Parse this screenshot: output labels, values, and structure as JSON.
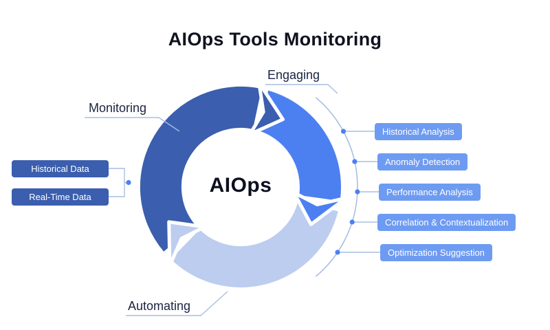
{
  "title": "AIOps Tools Monitoring",
  "diagram": {
    "center_label": "AIOps",
    "segments": [
      {
        "label": "Monitoring",
        "color": "#3B5EAE"
      },
      {
        "label": "Engaging",
        "color": "#4C80F1"
      },
      {
        "label": "Automating",
        "color": "#BCCDEF"
      }
    ],
    "left_items": [
      {
        "label": "Historical Data"
      },
      {
        "label": "Real-Time Data"
      }
    ],
    "right_items": [
      {
        "label": "Historical Analysis"
      },
      {
        "label": "Anomaly Detection"
      },
      {
        "label": "Performance Analysis"
      },
      {
        "label": "Correlation & Contextualization"
      },
      {
        "label": "Optimization Suggestion"
      }
    ],
    "colors": {
      "left_item_bg": "#3B5EAE",
      "right_item_bg": "#6E9BF2",
      "connector_line": "#A9BEE4",
      "dot": "#4C80F1",
      "title_text": "#10131f"
    }
  }
}
